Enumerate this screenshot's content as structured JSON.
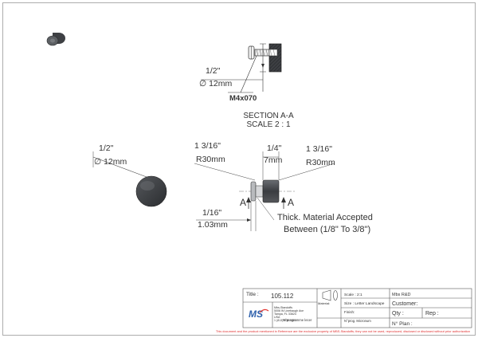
{
  "section_view": {
    "inch": "1/2\"",
    "metric": "∅ 12mm",
    "thread": "M4x070",
    "title_line1": "SECTION A-A",
    "title_line2": "SCALE 2 : 1"
  },
  "front_view": {
    "inch": "1/2\"",
    "metric": "∅ 12mm"
  },
  "side_view": {
    "left_radius_inch": "1 3/16\"",
    "left_radius_mm": "R30mm",
    "width_inch": "1/4\"",
    "width_mm": "7mm",
    "right_radius_inch": "1 3/16\"",
    "right_radius_mm": "R30mm",
    "section_left": "A",
    "section_right": "A",
    "gap_inch": "1/16\"",
    "gap_mm": "1.03mm",
    "material_line1": "Thick. Material Accepted",
    "material_line2": "Between (1/8\" To 3/8\")"
  },
  "title_block": {
    "title_label": "Title :",
    "title_value": "105.112",
    "scale": "Scale : 2:1",
    "size": "Size : Letter Landscape",
    "company": "Mbs R&D",
    "customer": "Customer:",
    "material": "Material:",
    "finish": "Finish:",
    "qty": "Qty :",
    "rep": "Rep :",
    "programme": "N°programme lecer",
    "prog_micronum": "N°prog. Micronum",
    "plan_no": "N° Plan :",
    "logo_text": "MS",
    "addr_line1": "Mbs-Standoffs",
    "addr_line2": "5006 W Linebaugh Ave",
    "addr_line3": "Tampa, FL 33624",
    "addr_line4": "USA",
    "addr_line5": "1 (813) 508-8020"
  },
  "footer_note": "This document and the product mentioned in Reference are the exclusive property of MBS-Standoffs; they can not be used, reproduced, disclosed or disclosed without prior authorization"
}
